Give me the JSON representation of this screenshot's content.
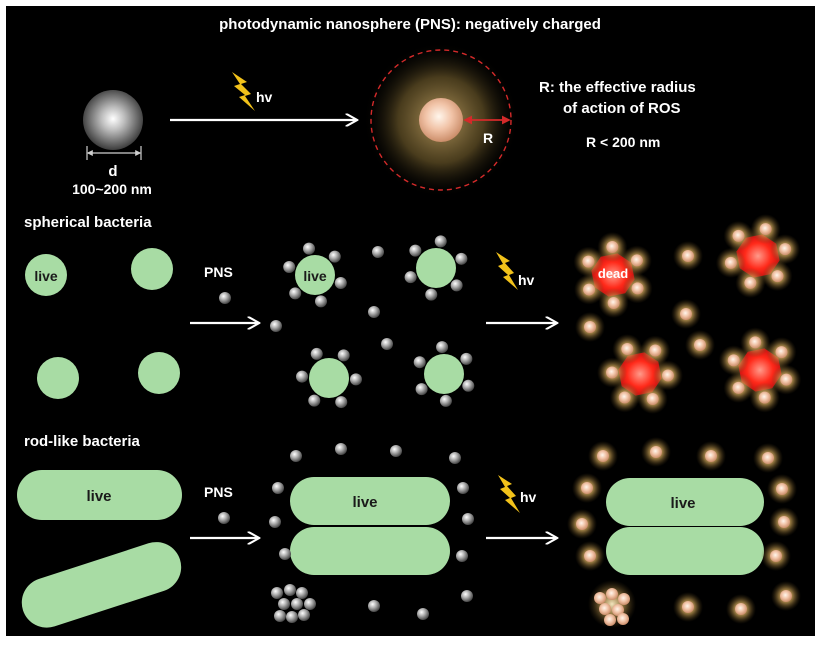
{
  "title": "photodynamic  nanosphere (PNS): negatively charged",
  "light_label": "hv",
  "particle": {
    "diameter_label": "d",
    "size_label": "100~200 nm"
  },
  "radius": {
    "symbol": "R",
    "description_line1": "R:  the effective radius",
    "description_line2": "of  action of ROS",
    "constraint": "R < 200 nm"
  },
  "sections": {
    "spherical": {
      "heading": "spherical bacteria"
    },
    "rod": {
      "heading": "rod-like bacteria"
    }
  },
  "labels": {
    "pns": "PNS",
    "live": "live",
    "dead": "dead"
  },
  "colors": {
    "background": "#000000",
    "bacteria": "#a8dca4",
    "text": "#ffffff",
    "lightning": "#f2c21a",
    "ros_ring": "#d42a2a",
    "dead_core": "#ff2a1a"
  }
}
